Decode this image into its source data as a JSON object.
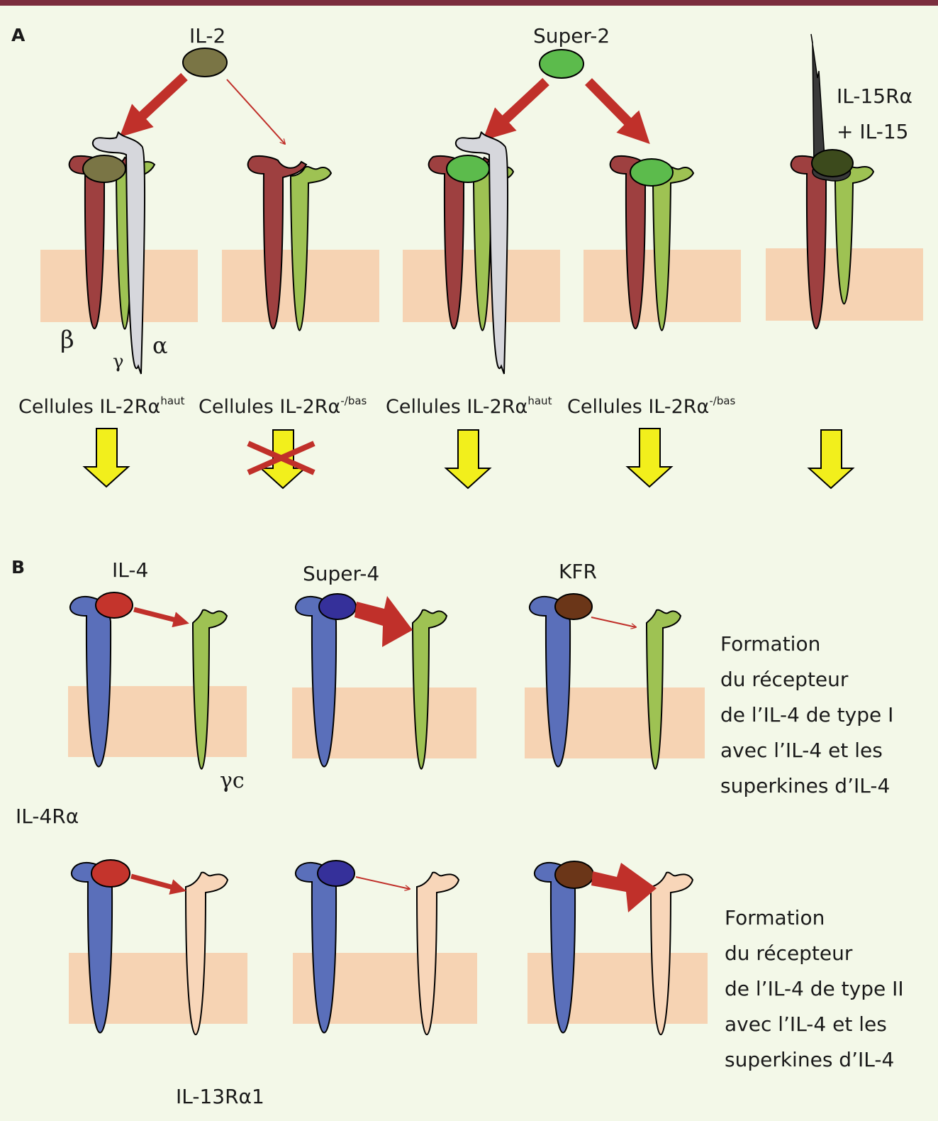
{
  "colors": {
    "background": "#f3f8e8",
    "top_rule": "#7b2e3e",
    "membrane": "#f6d3b3",
    "beta_chain": "#9e4040",
    "gamma_chain": "#9ec253",
    "alpha_chain": "#d6d7dc",
    "il4r_alpha_chain": "#5a6fba",
    "il13r_alpha1_chain": "#f8d6b9",
    "il15r_alpha_chain": "#3a3a3a",
    "arrow_red": "#c0302a",
    "arrow_yellow": "#f2ef1c",
    "il2": "#7a7545",
    "super2": "#5cbb4c",
    "il15": "#3c4a1c",
    "il4": "#c4342c",
    "super4": "#35309a",
    "kfr": "#6b3618"
  },
  "panel_a": {
    "label": "A",
    "ligands": {
      "il2": "IL-2",
      "super2": "Super-2",
      "il15_line1": "IL-15Rα",
      "il15_line2": "+ IL-15"
    },
    "chain_labels": {
      "beta": "β",
      "gamma": "γ",
      "alpha": "α"
    },
    "cells": [
      {
        "base": "Cellules IL-2Rα",
        "sup": "haut"
      },
      {
        "base": "Cellules IL-2Rα",
        "sup": "-/bas"
      },
      {
        "base": "Cellules IL-2Rα",
        "sup": "haut"
      },
      {
        "base": "Cellules IL-2Rα",
        "sup": "-/bas"
      }
    ],
    "signaling": [
      "active",
      "blocked",
      "active",
      "active",
      "active"
    ]
  },
  "panel_b": {
    "label": "B",
    "ligands": [
      "IL-4",
      "Super-4",
      "KFR"
    ],
    "chain_labels": {
      "il4r": "IL-4Rα",
      "gc": "γc",
      "il13r": "IL-13Rα1"
    },
    "type1_text": [
      "Formation",
      "du récepteur",
      "de l’IL-4 de type I",
      "avec l’IL-4 et les",
      "superkines d’IL-4"
    ],
    "type2_text": [
      "Formation",
      "du récepteur",
      "de  l’IL-4 de type II",
      "avec l’IL-4 et les",
      "superkines d’IL-4"
    ]
  }
}
